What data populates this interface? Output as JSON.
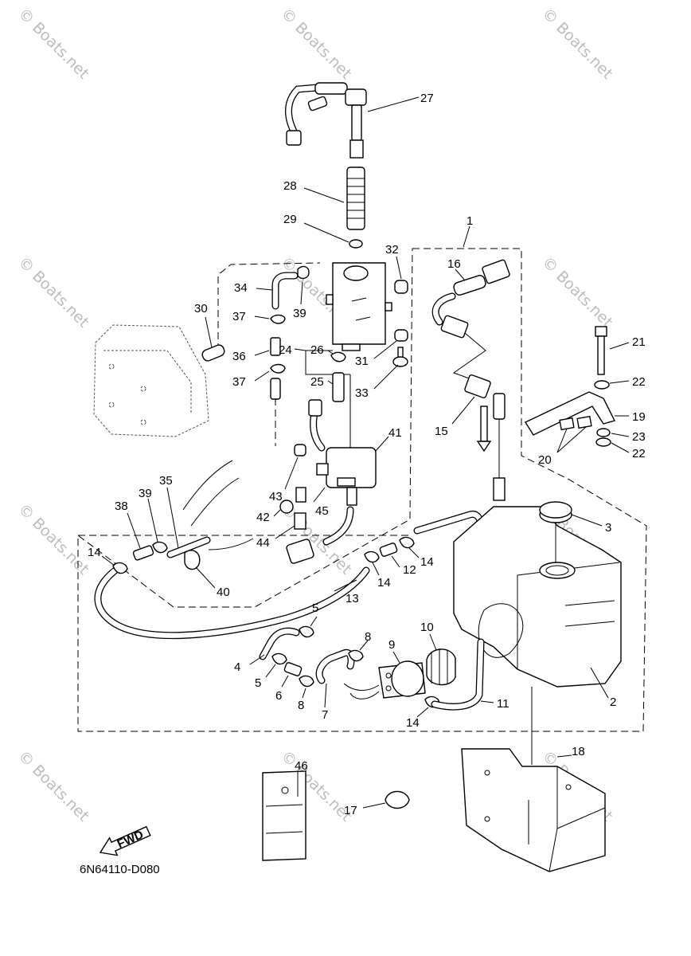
{
  "diagram_code": "6N64110-D080",
  "watermark_text": "© Boats.net",
  "fwd_label": "FWD",
  "callouts": [
    "1",
    "2",
    "3",
    "4",
    "5",
    "5",
    "6",
    "7",
    "8",
    "8",
    "9",
    "10",
    "11",
    "12",
    "13",
    "14",
    "14",
    "14",
    "14",
    "15",
    "16",
    "17",
    "18",
    "19",
    "20",
    "21",
    "22",
    "22",
    "23",
    "24",
    "25",
    "26",
    "27",
    "28",
    "29",
    "30",
    "31",
    "32",
    "33",
    "34",
    "35",
    "36",
    "37",
    "37",
    "38",
    "39",
    "39",
    "40",
    "41",
    "42",
    "43",
    "44",
    "45",
    "46"
  ]
}
